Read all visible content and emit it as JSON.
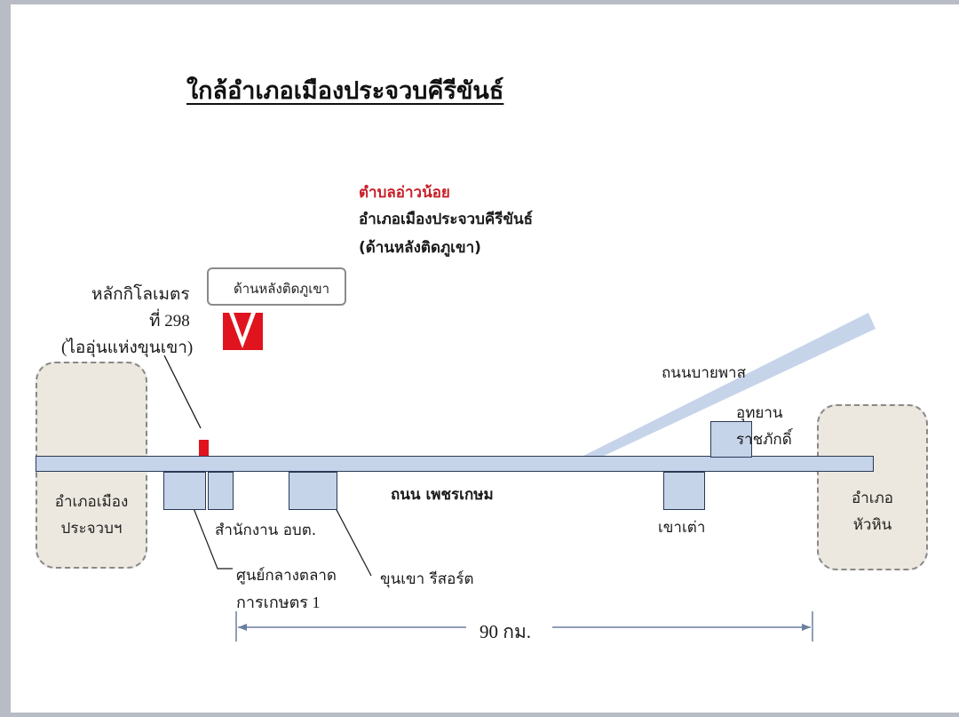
{
  "title": "ใกล้อำเภอเมืองประจวบคีรีขันธ์",
  "location": {
    "subdistrict": "ตำบลอ่าวน้อย",
    "district": "อำเภอเมืองประจวบคีรีขันธ์",
    "note": "(ด้านหลังติดภูเขา)"
  },
  "hill_label": "ด้านหลังติดภูเขา",
  "marker": {
    "line1": "หลักกิโลเมตร",
    "line2": "ที่ 298",
    "line3": "(ไออุ่นแห่งขุนเขา)"
  },
  "districts": {
    "left": [
      "อำเภอเมือง",
      "ประจวบฯ"
    ],
    "right": [
      "อำเภอ",
      "หัวหิน"
    ]
  },
  "roads": {
    "main": "ถนน เพชรเกษม",
    "bypass": "ถนนบายพาส"
  },
  "landmarks": {
    "office": "สำนักงาน อบต.",
    "market_line1": "ศูนย์กลางตลาด",
    "market_line2": "การเกษตร 1",
    "resort": "ขุนเขา รีสอร์ต",
    "khao_tao": "เขาเต่า",
    "park_line1": "อุทยาน",
    "park_line2": "ราชภักดิ์"
  },
  "distance": "90 กม.",
  "colors": {
    "accent_red": "#c8202a",
    "road_fill": "#c6d4ea",
    "district_fill": "#ece8df"
  }
}
